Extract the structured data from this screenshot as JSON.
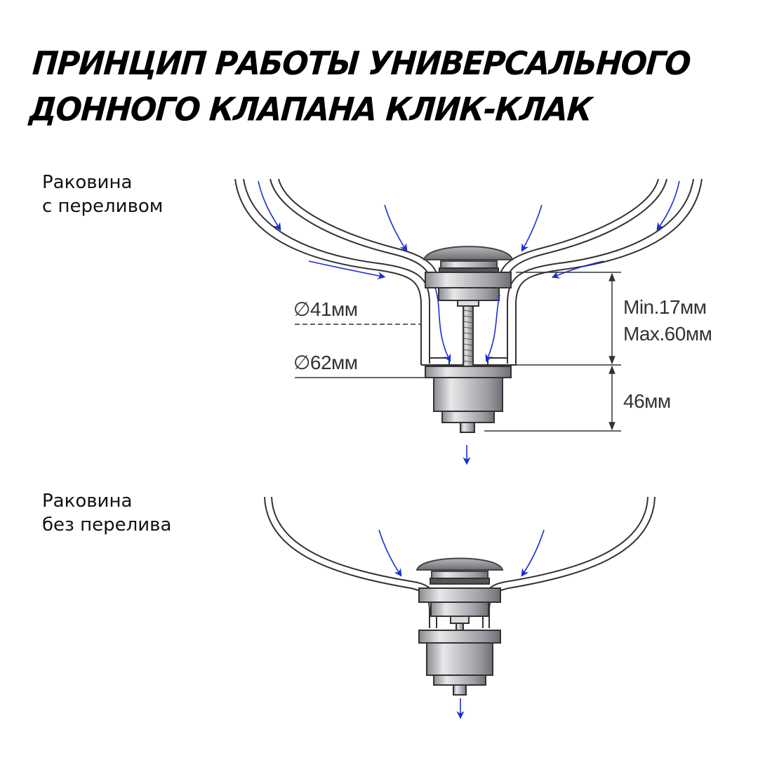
{
  "title": {
    "line1": "ПРИНЦИП РАБОТЫ УНИВЕРСАЛЬНОГО",
    "line2": "ДОННОГО КЛАПАНА КЛИК-КЛАК"
  },
  "diagram_top": {
    "label_line1": "Раковина",
    "label_line2": "с переливом",
    "dimensions": {
      "inner_diameter": "∅41мм",
      "outer_diameter": "∅62мм",
      "min_thickness": "Min.17мм",
      "max_thickness": "Max.60мм",
      "lower_height": "46мм"
    }
  },
  "diagram_bottom": {
    "label_line1": "Раковина",
    "label_line2": "без перелива"
  },
  "colors": {
    "flow_arrow": "#1a2fd0",
    "outline": "#333333",
    "metal_light": "#e4e4e6",
    "metal_dark": "#7a7a80"
  }
}
